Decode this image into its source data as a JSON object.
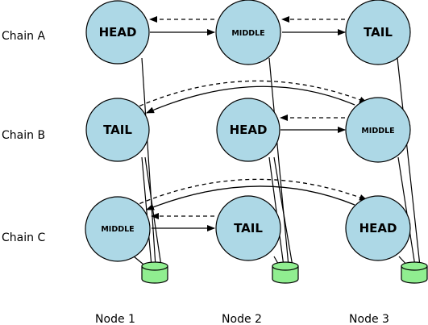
{
  "chain_labels": [
    "Chain A",
    "Chain B",
    "Chain C"
  ],
  "column_labels": [
    "Node 1",
    "Node 2",
    "Node 3"
  ],
  "roles": {
    "head": "HEAD",
    "middle": "MIDDLE",
    "tail": "TAIL"
  },
  "grid": [
    [
      "HEAD",
      "MIDDLE",
      "TAIL"
    ],
    [
      "TAIL",
      "HEAD",
      "MIDDLE"
    ],
    [
      "MIDDLE",
      "TAIL",
      "HEAD"
    ]
  ],
  "colors": {
    "node_fill": "#add8e6",
    "node_stroke": "#000000",
    "disk_fill": "#90ee90",
    "line": "#000000"
  },
  "icons": {
    "disk": "database-cylinder-icon"
  }
}
